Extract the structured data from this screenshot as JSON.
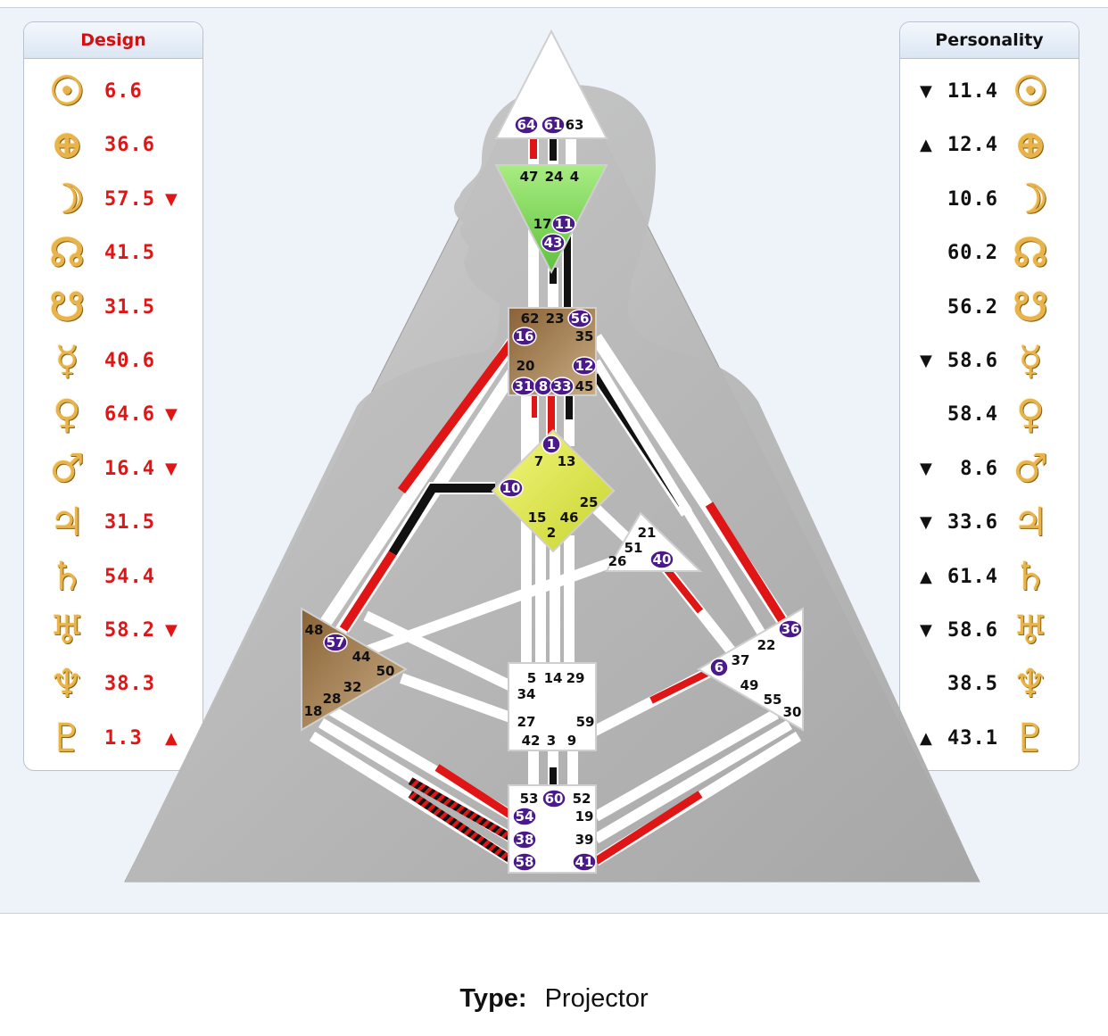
{
  "design": {
    "title": "Design",
    "rows": [
      {
        "planet": "sun-icon",
        "glyph": "☉",
        "value": "6.6",
        "arrow": ""
      },
      {
        "planet": "earth-icon",
        "glyph": "⊕",
        "value": "36.6",
        "arrow": ""
      },
      {
        "planet": "moon-icon",
        "glyph": "☽",
        "value": "57.5",
        "arrow": "▼"
      },
      {
        "planet": "north-node-icon",
        "glyph": "☊",
        "value": "41.5",
        "arrow": ""
      },
      {
        "planet": "south-node-icon",
        "glyph": "☋",
        "value": "31.5",
        "arrow": ""
      },
      {
        "planet": "mercury-icon",
        "glyph": "☿",
        "value": "40.6",
        "arrow": ""
      },
      {
        "planet": "venus-icon",
        "glyph": "♀",
        "value": "64.6",
        "arrow": "▼"
      },
      {
        "planet": "mars-icon",
        "glyph": "♂",
        "value": "16.4",
        "arrow": "▼"
      },
      {
        "planet": "jupiter-icon",
        "glyph": "♃",
        "value": "31.5",
        "arrow": ""
      },
      {
        "planet": "saturn-icon",
        "glyph": "♄",
        "value": "54.4",
        "arrow": ""
      },
      {
        "planet": "uranus-icon",
        "glyph": "♅",
        "value": "58.2",
        "arrow": "▼"
      },
      {
        "planet": "neptune-icon",
        "glyph": "♆",
        "value": "38.3",
        "arrow": ""
      },
      {
        "planet": "pluto-icon",
        "glyph": "♇",
        "value": "1.3",
        "arrow": "▲"
      }
    ]
  },
  "personality": {
    "title": "Personality",
    "rows": [
      {
        "planet": "sun-icon",
        "glyph": "☉",
        "value": "11.4",
        "arrow": "▼"
      },
      {
        "planet": "earth-icon",
        "glyph": "⊕",
        "value": "12.4",
        "arrow": "▲"
      },
      {
        "planet": "moon-icon",
        "glyph": "☽",
        "value": "10.6",
        "arrow": ""
      },
      {
        "planet": "north-node-icon",
        "glyph": "☊",
        "value": "60.2",
        "arrow": ""
      },
      {
        "planet": "south-node-icon",
        "glyph": "☋",
        "value": "56.2",
        "arrow": ""
      },
      {
        "planet": "mercury-icon",
        "glyph": "☿",
        "value": "58.6",
        "arrow": "▼"
      },
      {
        "planet": "venus-icon",
        "glyph": "♀",
        "value": "58.4",
        "arrow": ""
      },
      {
        "planet": "mars-icon",
        "glyph": "♂",
        "value": "8.6",
        "arrow": "▼"
      },
      {
        "planet": "jupiter-icon",
        "glyph": "♃",
        "value": "33.6",
        "arrow": "▼"
      },
      {
        "planet": "saturn-icon",
        "glyph": "♄",
        "value": "61.4",
        "arrow": "▲"
      },
      {
        "planet": "uranus-icon",
        "glyph": "♅",
        "value": "58.6",
        "arrow": "▼"
      },
      {
        "planet": "neptune-icon",
        "glyph": "♆",
        "value": "38.5",
        "arrow": ""
      },
      {
        "planet": "pluto-icon",
        "glyph": "♇",
        "value": "43.1",
        "arrow": "▲"
      }
    ]
  },
  "centers": [
    {
      "name": "head",
      "fill": "#ffffff"
    },
    {
      "name": "ajna",
      "fill": "#8fe06a"
    },
    {
      "name": "throat",
      "fill": "#a9875a"
    },
    {
      "name": "g-center",
      "fill": "#e3ec4a"
    },
    {
      "name": "heart",
      "fill": "#ffffff"
    },
    {
      "name": "spleen",
      "fill": "#a9875a"
    },
    {
      "name": "sacral",
      "fill": "#ffffff"
    },
    {
      "name": "solar-plexus",
      "fill": "#ffffff"
    },
    {
      "name": "root",
      "fill": "#ffffff"
    }
  ],
  "gates": [
    {
      "n": "64",
      "active": true
    },
    {
      "n": "61",
      "active": true
    },
    {
      "n": "63",
      "active": false
    },
    {
      "n": "47",
      "active": false
    },
    {
      "n": "24",
      "active": false
    },
    {
      "n": "4",
      "active": false
    },
    {
      "n": "17",
      "active": false
    },
    {
      "n": "11",
      "active": true
    },
    {
      "n": "43",
      "active": true
    },
    {
      "n": "62",
      "active": false
    },
    {
      "n": "23",
      "active": false
    },
    {
      "n": "56",
      "active": true
    },
    {
      "n": "16",
      "active": true
    },
    {
      "n": "35",
      "active": false
    },
    {
      "n": "20",
      "active": false
    },
    {
      "n": "12",
      "active": true
    },
    {
      "n": "31",
      "active": true
    },
    {
      "n": "8",
      "active": true
    },
    {
      "n": "33",
      "active": true
    },
    {
      "n": "45",
      "active": false
    },
    {
      "n": "1",
      "active": true
    },
    {
      "n": "7",
      "active": false
    },
    {
      "n": "13",
      "active": false
    },
    {
      "n": "10",
      "active": true
    },
    {
      "n": "25",
      "active": false
    },
    {
      "n": "15",
      "active": false
    },
    {
      "n": "46",
      "active": false
    },
    {
      "n": "2",
      "active": false
    },
    {
      "n": "21",
      "active": false
    },
    {
      "n": "51",
      "active": false
    },
    {
      "n": "26",
      "active": false
    },
    {
      "n": "40",
      "active": true
    },
    {
      "n": "48",
      "active": false
    },
    {
      "n": "57",
      "active": true
    },
    {
      "n": "44",
      "active": false
    },
    {
      "n": "50",
      "active": false
    },
    {
      "n": "32",
      "active": false
    },
    {
      "n": "28",
      "active": false
    },
    {
      "n": "18",
      "active": false
    },
    {
      "n": "5",
      "active": false
    },
    {
      "n": "14",
      "active": false
    },
    {
      "n": "29",
      "active": false
    },
    {
      "n": "34",
      "active": false
    },
    {
      "n": "27",
      "active": false
    },
    {
      "n": "59",
      "active": false
    },
    {
      "n": "42",
      "active": false
    },
    {
      "n": "3",
      "active": false
    },
    {
      "n": "9",
      "active": false
    },
    {
      "n": "36",
      "active": true
    },
    {
      "n": "22",
      "active": false
    },
    {
      "n": "37",
      "active": false
    },
    {
      "n": "6",
      "active": true
    },
    {
      "n": "49",
      "active": false
    },
    {
      "n": "55",
      "active": false
    },
    {
      "n": "30",
      "active": false
    },
    {
      "n": "53",
      "active": false
    },
    {
      "n": "60",
      "active": true
    },
    {
      "n": "52",
      "active": false
    },
    {
      "n": "54",
      "active": true
    },
    {
      "n": "19",
      "active": false
    },
    {
      "n": "38",
      "active": true
    },
    {
      "n": "39",
      "active": false
    },
    {
      "n": "58",
      "active": true
    },
    {
      "n": "41",
      "active": true
    }
  ],
  "colors": {
    "design": "#e01515",
    "personality": "#111111",
    "gate_badge": "#4b1a8a",
    "planet_glyph": "#e8b34a"
  },
  "type": {
    "label": "Type:",
    "value": "Projector"
  }
}
